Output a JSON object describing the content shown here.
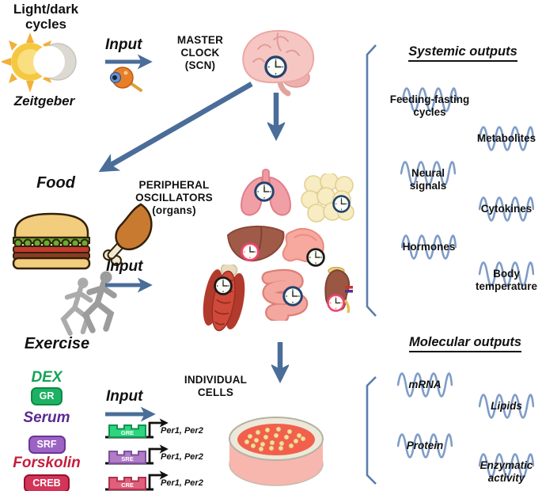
{
  "colors": {
    "arrow": "#4a6d99",
    "wave": "#7e9cc8",
    "bracket": "#5a7dad"
  },
  "zeitgeber": {
    "title": "Light/dark cycles",
    "caption": "Zeitgeber"
  },
  "master_clock": {
    "input_label": "Input",
    "title": "MASTER CLOCK (SCN)"
  },
  "peripheral": {
    "food_label": "Food",
    "exercise_label": "Exercise",
    "input_label": "Input",
    "title": "PERIPHERAL OSCILLATORS (organs)"
  },
  "cells": {
    "input_label": "Input",
    "title": "INDIVIDUAL CELLS"
  },
  "reagents": [
    {
      "name": "DEX",
      "factor": "GR",
      "text_color": "#13a356",
      "badge_color": "#1db263",
      "badge_border": "#0d8a46"
    },
    {
      "name": "Serum",
      "factor": "SRF",
      "text_color": "#5b2b8f",
      "badge_color": "#9c63c4",
      "badge_border": "#6a3694"
    },
    {
      "name": "Forskolin",
      "factor": "CREB",
      "text_color": "#c41e3d",
      "badge_color": "#d23558",
      "badge_border": "#97102f"
    }
  ],
  "constructs": [
    {
      "element": "GRE",
      "genes": "Per1, Per2",
      "color": "#2ed47f",
      "border": "#0f9550"
    },
    {
      "element": "SRE",
      "genes": "Per1, Per2",
      "color": "#b07cc6",
      "border": "#7e4f9e"
    },
    {
      "element": "CRE",
      "genes": "Per1, Per2",
      "color": "#e0607c",
      "border": "#b03050"
    }
  ],
  "organs": [
    {
      "name": "brain",
      "clock_color": "#24436e"
    },
    {
      "name": "lungs",
      "clock_color": "#24436e"
    },
    {
      "name": "adipose",
      "clock_color": "#24436e"
    },
    {
      "name": "liver",
      "clock_color": "#ef4473"
    },
    {
      "name": "stomach",
      "clock_color": "#1a1a1a"
    },
    {
      "name": "muscle",
      "clock_color": "#1a1a1a"
    },
    {
      "name": "intestine",
      "clock_color": "#24436e"
    },
    {
      "name": "kidney",
      "clock_color": "#ef4473"
    }
  ],
  "systemic_outputs": {
    "title": "Systemic outputs",
    "items": [
      "Feeding-fasting cycles",
      "Metabolites",
      "Neural signals",
      "Cytokines",
      "Hormones",
      "Body temperature"
    ]
  },
  "molecular_outputs": {
    "title": "Molecular outputs",
    "items": [
      "mRNA",
      "Lipids",
      "Protein",
      "Enzymatic activity"
    ]
  }
}
